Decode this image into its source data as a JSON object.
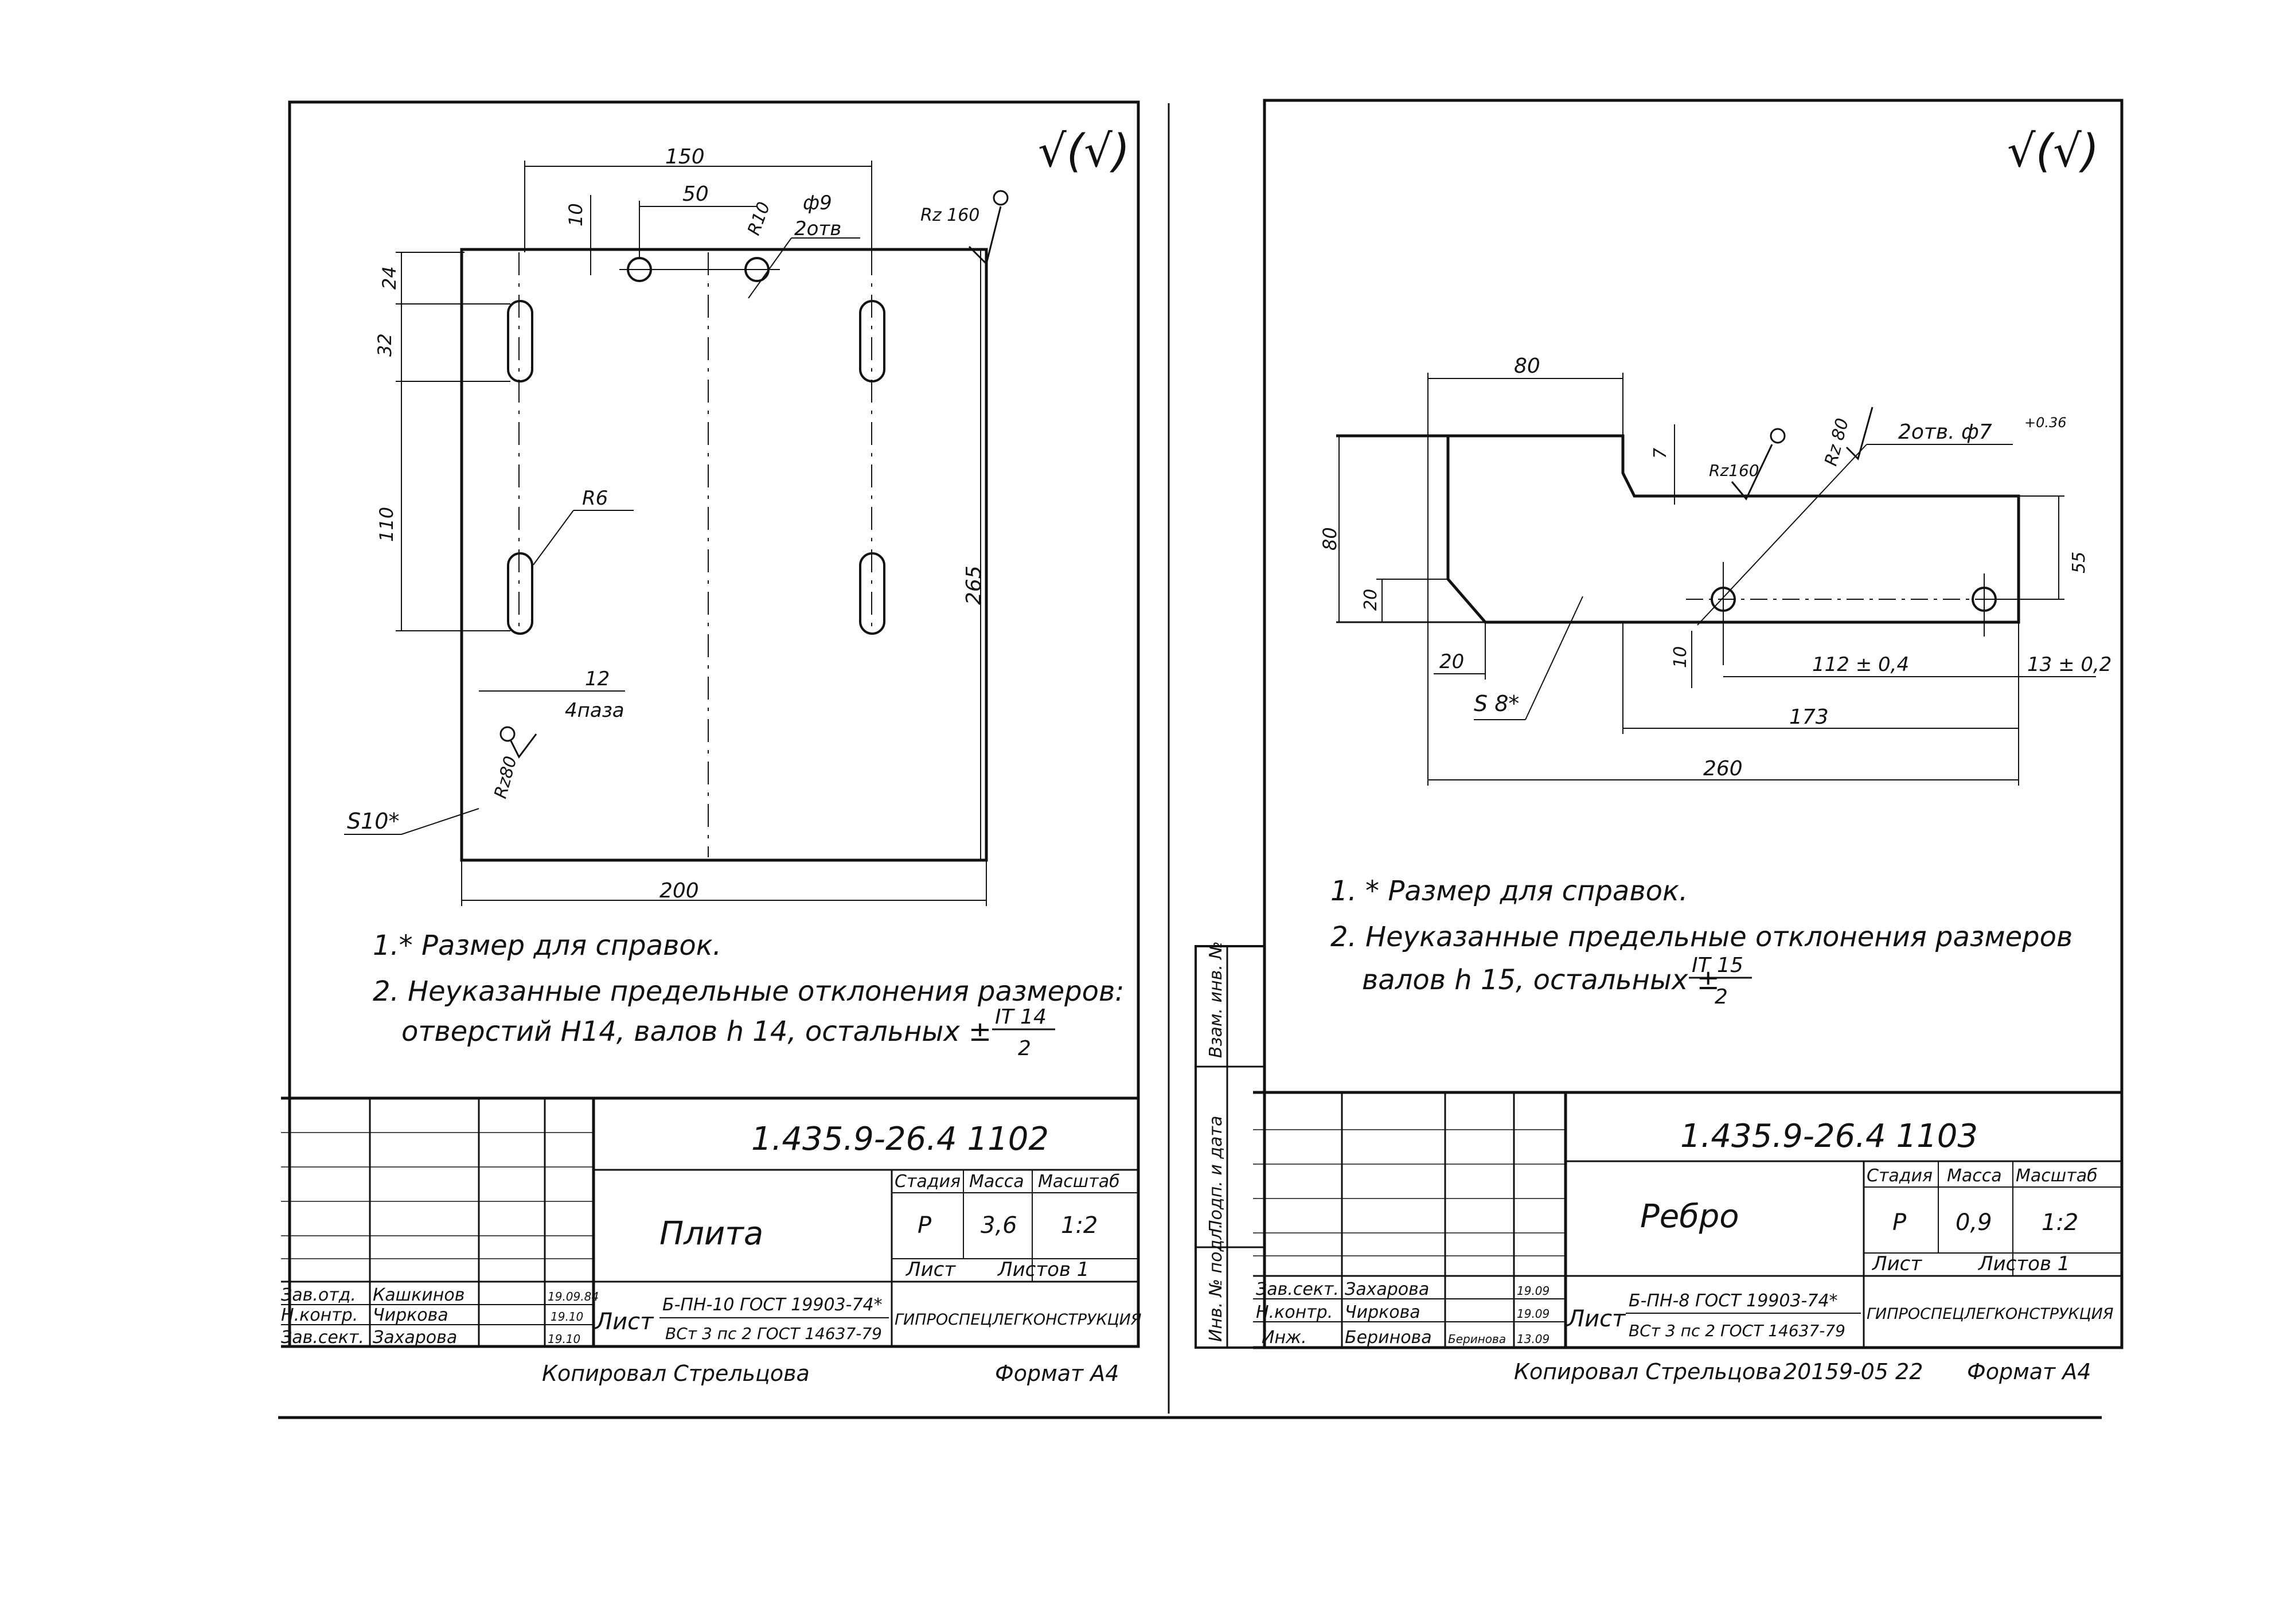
{
  "sheet_left": {
    "roughness_mark": "√(√)",
    "dims": {
      "d150": "150",
      "d50": "50",
      "d10": "10",
      "r10": "R10",
      "phi9": "ф9",
      "holes2": "2отв",
      "rz160": "Rz 160",
      "d24": "24",
      "d32": "32",
      "d110": "110",
      "r6": "R6",
      "d265": "265",
      "d12": "12",
      "slots4": "4паза",
      "rz80": "Rz80",
      "s10": "S10*",
      "d200": "200"
    },
    "notes": {
      "n1": "1.* Размер для справок.",
      "n2a": "2. Неуказанные предельные отклонения размеров:",
      "n2b": "отверстий  Н14, валов  h 14, остальных ±",
      "frac_num": "IT 14",
      "frac_den": "2"
    },
    "title_block": {
      "doc_number": "1.435.9-26.4  1102",
      "name": "Плита",
      "col_stage": "Стадия",
      "col_mass": "Масса",
      "col_scale": "Масштаб",
      "stage": "Р",
      "mass": "3,6",
      "scale": "1:2",
      "sheet": "Лист",
      "sheets": "Листов 1",
      "row1_role": "Зав.отд.",
      "row1_name": "Кашкинов",
      "row1_date": "19.09.84",
      "row2_role": "Н.контр.",
      "row2_name": "Чиркова",
      "row2_date": "19.10",
      "row3_role": "Зав.сект.",
      "row3_name": "Захарова",
      "row3_date": "19.10",
      "material_label": "Лист",
      "material_top": "Б-ПН-10 ГОСТ 19903-74*",
      "material_bottom": "ВСт 3 пс 2 ГОСТ 14637-79",
      "org": "ГИПРОСПЕЦЛЕГКОНСТРУКЦИЯ"
    },
    "copied": "Копировал Стрельцова",
    "format": "Формат А4"
  },
  "sheet_right": {
    "roughness_mark": "√(√)",
    "dims": {
      "d80top": "80",
      "d7": "7",
      "rz160": "Rz160",
      "rz80": "Rz 80",
      "holes": "2отв. ф7",
      "tol": "+0.36",
      "d80side": "80",
      "d20v": "20",
      "d20h": "20",
      "d55": "55",
      "d10": "10",
      "d112": "112 ± 0,4",
      "d13": "13 ± 0,2",
      "s8": "S 8*",
      "d173": "173",
      "d260": "260"
    },
    "notes": {
      "n1": "1. * Размер для справок.",
      "n2a": "2. Неуказанные  предельные  отклонения  размеров",
      "n2b": "валов  h 15, остальных ±",
      "frac_num": "IT 15",
      "frac_den": "2"
    },
    "side_labels": {
      "inv_sub": "Инв. № подл.",
      "sign_date": "Подп. и дата",
      "inv_repl": "Взам. инв. №"
    },
    "title_block": {
      "doc_number": "1.435.9-26.4  1103",
      "name": "Ребро",
      "col_stage": "Стадия",
      "col_mass": "Масса",
      "col_scale": "Масштаб",
      "stage": "Р",
      "mass": "0,9",
      "scale": "1:2",
      "sheet": "Лист",
      "sheets": "Листов 1",
      "row1_role": "Зав.сект.",
      "row1_name": "Захарова",
      "row1_date": "19.09",
      "row2_role": "Н.контр.",
      "row2_name": "Чиркова",
      "row2_date": "19.09",
      "row3_role": "Инж.",
      "row3_name": "Беринова",
      "row3_sign": "Беринова",
      "row3_date": "13.09",
      "material_label": "Лист",
      "material_top": "Б-ПН-8 ГОСТ 19903-74*",
      "material_bottom": "ВСт 3 пс 2 ГОСТ 14637-79",
      "org": "ГИПРОСПЕЦЛЕГКОНСТРУКЦИЯ"
    },
    "copied": "Копировал Стрельцова",
    "order": "20159-05  22",
    "format": "Формат А4"
  }
}
